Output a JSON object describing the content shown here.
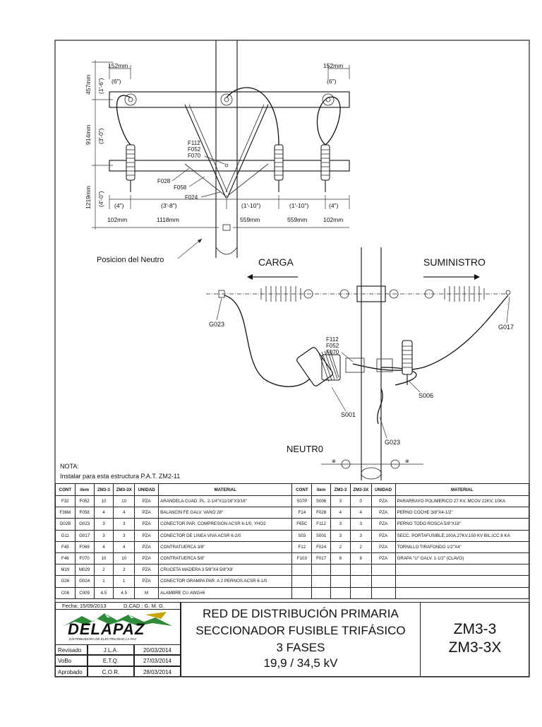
{
  "drawing": {
    "top_view": {
      "dims_top": [
        "152mm",
        "(6\")",
        "152mm",
        "(6\")"
      ],
      "dims_left": [
        "457mm",
        "(1'-6\")",
        "914mm",
        "(3'-0\")",
        "1219mm",
        "(4'-0\")"
      ],
      "dims_bottom_imperial": [
        "(4\")",
        "(3'-8\")",
        "(1'-10\")",
        "(1'-10\")",
        "(4\")"
      ],
      "dims_bottom_metric": [
        "102mm",
        "1118mm",
        "559mm",
        "559mm",
        "102mm"
      ],
      "labels": [
        "F112",
        "F052",
        "F070",
        "F028",
        "F058",
        "F024"
      ],
      "neutral_position": "Posicion del Neutro"
    },
    "side_view": {
      "load": "CARGA",
      "supply": "SUMINISTRO",
      "labels_left": [
        "G023"
      ],
      "labels_right": [
        "G017"
      ],
      "labels_center": [
        "F112",
        "F052",
        "F070"
      ],
      "cutout": "S001",
      "arrester": "S006",
      "ground": "G023",
      "neutral": "NEUTR0"
    },
    "note_title": "NOTA:",
    "note_text": "Instalar para esta estructura P.A.T. ZM2-11"
  },
  "bom": {
    "headers": [
      "CONT",
      "item",
      "ZM3-3",
      "ZM3-3X",
      "UNIDAD",
      "MATERIAL",
      "CONT",
      "item",
      "ZM3-3",
      "ZM3-3X",
      "UNIDAD",
      "MATERIAL"
    ],
    "rows": [
      [
        "F32",
        "F052",
        "10",
        "10",
        "PZA",
        "ARANDELA CUAD. PL. 2-1/4\"X11/16\"X3/16\"",
        "S07P",
        "S006",
        "3",
        "0",
        "PZA",
        "PARARRAYO POLIMERICO 27 KV, MCOV 22KV, 10KA"
      ],
      [
        "F36M",
        "F058",
        "4",
        "4",
        "PZA",
        "BALANCIN FE GALV. VANO 28\"",
        "F14",
        "F028",
        "4",
        "4",
        "PZA",
        "PERNO COCHE 3/8\"X4-1/2\""
      ],
      [
        "G02B",
        "G023",
        "3",
        "3",
        "PZA",
        "CONECTOR PAR. COMPRESION ACSR 6-1/0, YHO2",
        "F65C",
        "F112",
        "3",
        "3",
        "PZA",
        "PERNO TODO ROSCA 5/8\"X18\""
      ],
      [
        "G11",
        "G017",
        "3",
        "3",
        "PZA",
        "CONECTOR DE LINEA VIVA ACSR 6-2/0",
        "S03",
        "S001",
        "3",
        "3",
        "PZA",
        "SECC. PORTAFUSIBLE,100A,27KV,150 KV BIL,ICC 8 KA"
      ],
      [
        "F45",
        "F069",
        "4",
        "4",
        "PZA",
        "CONTRATUERCA 3/8\"",
        "F12",
        "F024",
        "2",
        "2",
        "PZA",
        "TORNILLO TIRAFONDO 1/2\"X4\""
      ],
      [
        "F46",
        "F070",
        "10",
        "10",
        "PZA",
        "CONTRATUERCA 5/8\"",
        "F103",
        "F017",
        "8",
        "8",
        "PZA",
        "GRAPA \"U\" GALV. 1-1/2\" (CLAVO)"
      ],
      [
        "M19",
        "M029",
        "2",
        "2",
        "PZA",
        "CRUCETA MADERA 3 5/8\"X4 5/8\"X8'",
        "",
        "",
        "",
        "",
        "",
        ""
      ],
      [
        "G26",
        "G024",
        "1",
        "1",
        "PZA",
        "CONECTOR GRAMPA PAR. A 2 PERNOS ACSR 6-1/0",
        "",
        "",
        "",
        "",
        "",
        ""
      ],
      [
        "C06",
        "C009",
        "4.5",
        "4.5",
        "M",
        "ALAMBRE CU AWG#6",
        "",
        "",
        "",
        "",
        "",
        ""
      ]
    ]
  },
  "title_block": {
    "date_label": "Fecha: 15/09/2013",
    "cad_label": "D.CAD : G. M. G.",
    "company": "DELAPAZ",
    "company_tagline": "DISTRIBUIDORA DE ELECTRICIDAD LA PAZ",
    "signoffs": [
      {
        "role": "Revisado",
        "who": "J.L.A.",
        "date": "20/03/2014"
      },
      {
        "role": "VoBo",
        "who": "E.T.Q.",
        "date": "27/03/2014"
      },
      {
        "role": "Aprobado",
        "who": "C.O.R.",
        "date": "28/03/2014"
      }
    ],
    "title_lines": [
      "RED DE DISTRIBUCIÓN PRIMARIA",
      "SECCIONADOR FUSIBLE TRIFÁSICO",
      "3 FASES",
      "19,9 / 34,5 kV"
    ],
    "codes": [
      "ZM3-3",
      "ZM3-3X"
    ]
  }
}
